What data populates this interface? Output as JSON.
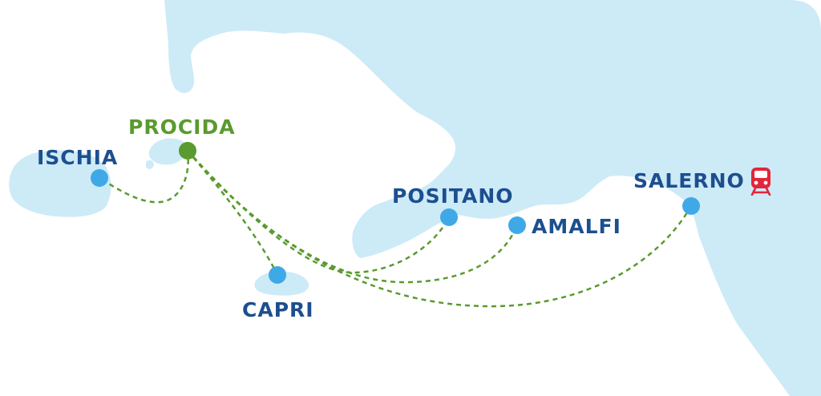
{
  "colors": {
    "sea": "#cdeaf7",
    "land": "#ffffff",
    "route": "#5a9a2e",
    "port": "#3fa9e8",
    "origin": "#5a9a2e",
    "label_blue": "#1c4f8f",
    "label_green": "#5a9a2e",
    "train": "#e3263a"
  },
  "origin": {
    "name": "PROCIDA"
  },
  "destinations": [
    {
      "name": "ISCHIA"
    },
    {
      "name": "CAPRI"
    },
    {
      "name": "POSITANO"
    },
    {
      "name": "AMALFI"
    },
    {
      "name": "SALERNO"
    }
  ],
  "icons": {
    "station": "train-icon"
  }
}
